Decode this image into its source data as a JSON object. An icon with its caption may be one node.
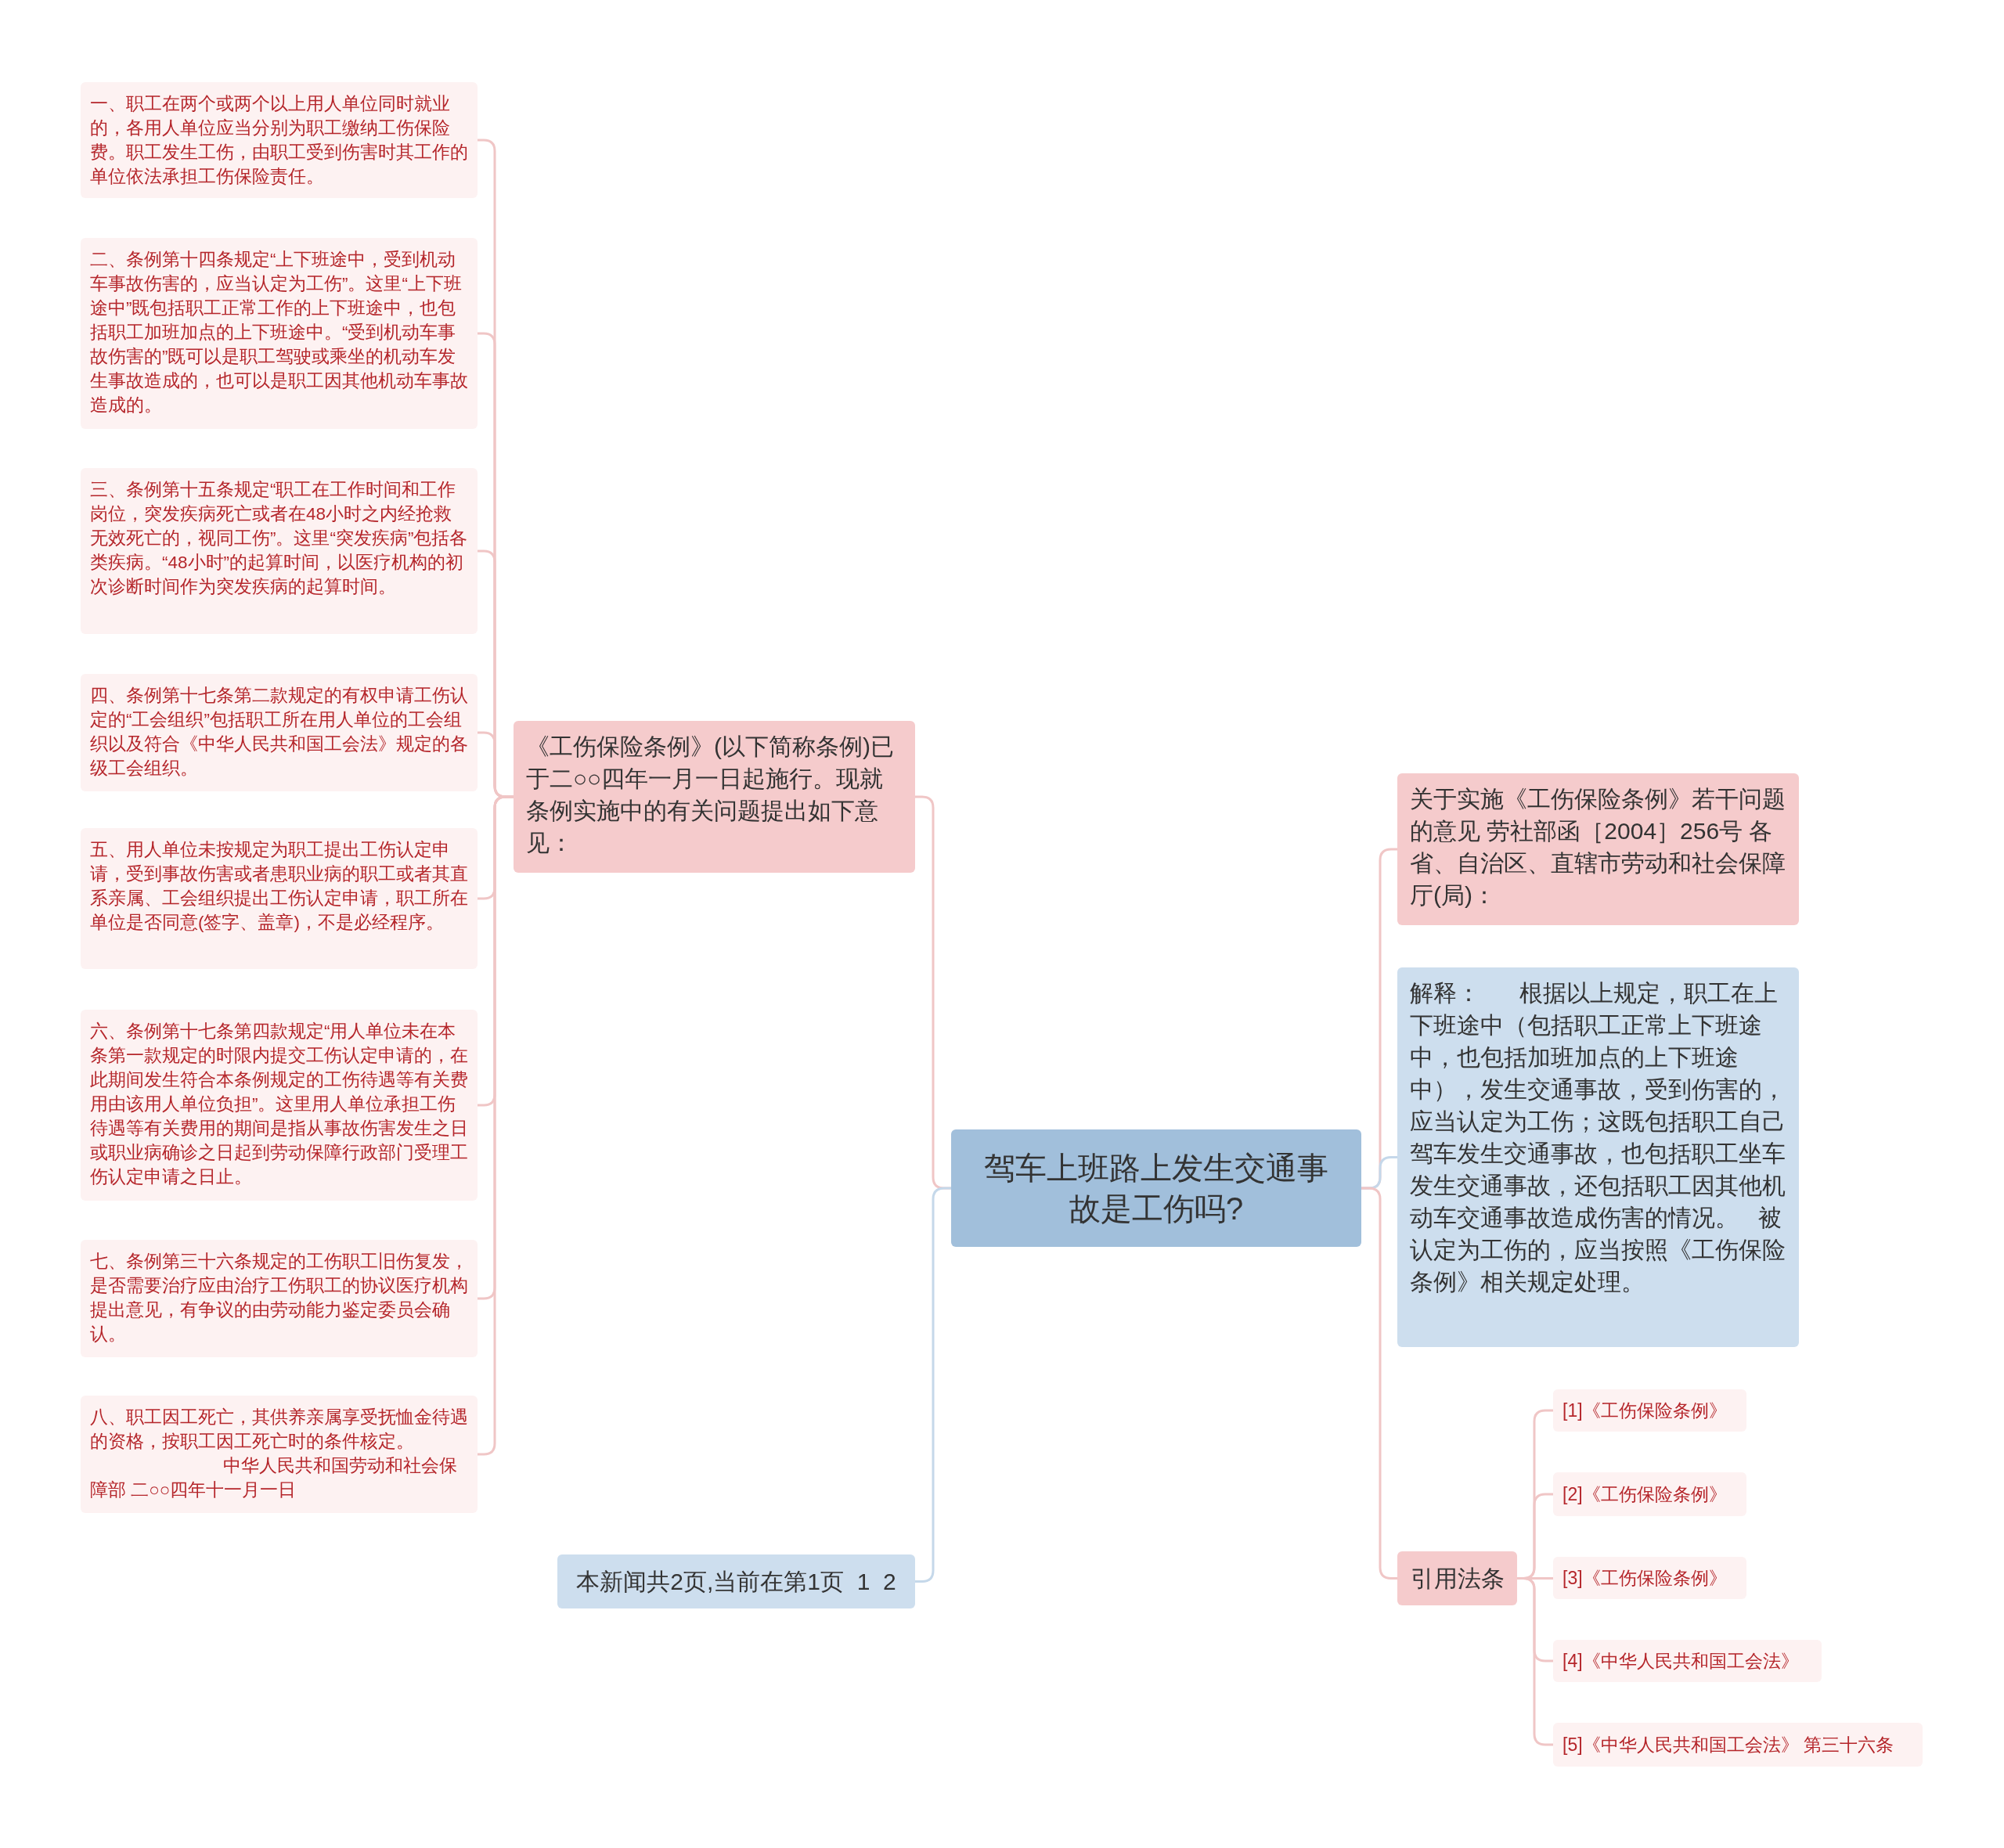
{
  "diagram": {
    "nodes": [
      {
        "text": [
          "驾车上班路上发生交通事故是工伤吗?"
        ]
      },
      {
        "text": [
          "《工伤保险条例》(以下简称条例)已于二○○四年一月一日起施行。现就条例实施中的有关问题提出如下意见："
        ]
      },
      {
        "text": [
          "一、职工在两个或两个以上用人单位同时就业的，各用人单位应当分别为职工缴纳工伤保险费。职工发生工伤，由职工受到伤害时其工作的单位依法承担工伤保险责任。"
        ]
      },
      {
        "text": [
          "二、条例第十四条规定“上下班途中，受到机动车事故伤害的，应当认定为工伤”。这里“上下班途中”既包括职工正常工作的上下班途中，也包括职工加班加点的上下班途中。“受到机动车事故伤害的”既可以是职工驾驶或乘坐的机动车发生事故造成的，也可以是职工因其他机动车事故造成的。"
        ]
      },
      {
        "text": [
          "三、条例第十五条规定“职工在工作时间和工作岗位，突发疾病死亡或者在48小时之内经抢救无效死亡的，视同工伤”。这里“突发疾病”包括各类疾病。“48小时”的起算时间，以医疗机构的初次诊断时间作为突发疾病的起算时间。"
        ]
      },
      {
        "text": [
          "四、条例第十七条第二款规定的有权申请工伤认定的“工会组织”包括职工所在用人单位的工会组织以及符合《中华人民共和国工会法》规定的各级工会组织。"
        ]
      },
      {
        "text": [
          "五、用人单位未按规定为职工提出工伤认定申请，受到事故伤害或者患职业病的职工或者其直系亲属、工会组织提出工伤认定申请，职工所在单位是否同意(签字、盖章)，不是必经程序。"
        ]
      },
      {
        "text": [
          "六、条例第十七条第四款规定“用人单位未在本条第一款规定的时限内提交工伤认定申请的，在此期间发生符合本条例规定的工伤待遇等有关费用由该用人单位负担”。这里用人单位承担工伤待遇等有关费用的期间是指从事故伤害发生之日或职业病确诊之日起到劳动保障行政部门受理工伤认定申请之日止。"
        ]
      },
      {
        "text": [
          "七、条例第三十六条规定的工伤职工旧伤复发，是否需要治疗应由治疗工伤职工的协议医疗机构提出意见，有争议的由劳动能力鉴定委员会确认。"
        ]
      },
      {
        "text": [
          "八、职工因工死亡，其供养亲属享受抚恤金待遇的资格，按职工因工死亡时的条件核定。",
          "中华人民共和国劳动和社会保障部 二○○四年十一月一日"
        ]
      },
      {
        "text": [
          "本新闻共2页,当前在第1页  1  2"
        ]
      },
      {
        "text": [
          "关于实施《工伤保险条例》若干问题的意见 劳社部函［2004］256号 各省、自治区、直辖市劳动和社会保障厅(局)："
        ]
      },
      {
        "text": [
          "解释：      根据以上规定，职工在上下班途中（包括职工正常上下班途中，也包括加班加点的上下班途中），发生交通事故，受到伤害的，应当认定为工伤；这既包括职工自己驾车发生交通事故，也包括职工坐车发生交通事故，还包括职工因其他机动车交通事故造成伤害的情况。   被认定为工伤的，应当按照《工伤保险条例》相关规定处理。"
        ]
      },
      {
        "text": [
          "引用法条"
        ]
      },
      {
        "text": [
          "[1]《工伤保险条例》"
        ]
      },
      {
        "text": [
          "[2]《工伤保险条例》"
        ]
      },
      {
        "text": [
          "[3]《工伤保险条例》"
        ]
      },
      {
        "text": [
          "[4]《中华人民共和国工会法》"
        ]
      },
      {
        "text": [
          "[5]《中华人民共和国工会法》 第三十六条"
        ]
      }
    ],
    "edges": [
      {
        "from": 0,
        "to": 1,
        "arrow": "none"
      },
      {
        "from": 1,
        "to": 2,
        "arrow": "none"
      },
      {
        "from": 1,
        "to": 3,
        "arrow": "none"
      },
      {
        "from": 1,
        "to": 4,
        "arrow": "none"
      },
      {
        "from": 1,
        "to": 5,
        "arrow": "none"
      },
      {
        "from": 1,
        "to": 6,
        "arrow": "none"
      },
      {
        "from": 1,
        "to": 7,
        "arrow": "none"
      },
      {
        "from": 1,
        "to": 8,
        "arrow": "none"
      },
      {
        "from": 1,
        "to": 9,
        "arrow": "none"
      },
      {
        "from": 0,
        "to": 10,
        "arrow": "none",
        "color": "#c5d8ea"
      },
      {
        "from": 0,
        "to": 11,
        "arrow": "none"
      },
      {
        "from": 0,
        "to": 12,
        "arrow": "none",
        "color": "#c5d8ea"
      },
      {
        "from": 0,
        "to": 13,
        "arrow": "none"
      },
      {
        "from": 13,
        "to": 14,
        "arrow": "none"
      },
      {
        "from": 13,
        "to": 15,
        "arrow": "none"
      },
      {
        "from": 13,
        "to": 16,
        "arrow": "none"
      },
      {
        "from": 13,
        "to": 17,
        "arrow": "none"
      },
      {
        "from": 13,
        "to": 18,
        "arrow": "none"
      }
    ]
  }
}
